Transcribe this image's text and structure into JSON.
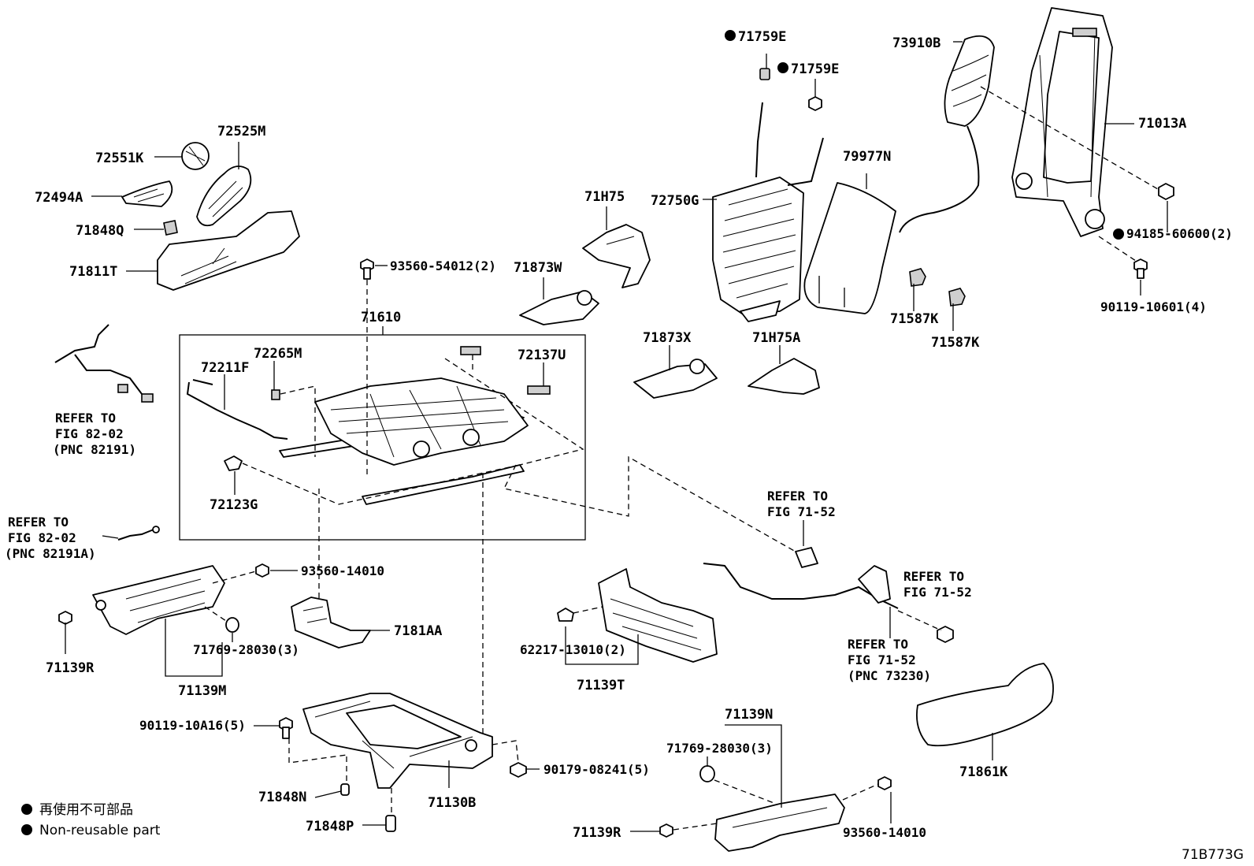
{
  "labels": {
    "p71759e_a": "71759E",
    "p71759e_b": "71759E",
    "p73910b": "73910B",
    "p71013a": "71013A",
    "p72525m": "72525M",
    "p72551k": "72551K",
    "p72494a": "72494A",
    "p71848q": "71848Q",
    "p71811t": "71811T",
    "p71h75": "71H75",
    "p72750g": "72750G",
    "p79977n": "79977N",
    "p94185": "94185-60600(2)",
    "p93560_54012": "93560-54012(2)",
    "p71873w": "71873W",
    "p90119_10601": "90119-10601(4)",
    "p71587k_a": "71587K",
    "p71587k_b": "71587K",
    "p71610": "71610",
    "p72265m": "72265M",
    "p72137u": "72137U",
    "p72211f": "72211F",
    "p71873x": "71873X",
    "p71h75a": "71H75A",
    "p72123g": "72123G",
    "p93560_14010_a": "93560-14010",
    "p7181aa": "7181AA",
    "p71769_a": "71769-28030(3)",
    "p71139r_a": "71139R",
    "p71139m": "71139M",
    "p62217": "62217-13010(2)",
    "p71139t": "71139T",
    "p90119_10a16": "90119-10A16(5)",
    "p71139n": "71139N",
    "p71769_b": "71769-28030(3)",
    "p90179": "90179-08241(5)",
    "p71130b": "71130B",
    "p71848n": "71848N",
    "p71848p": "71848P",
    "p71139r_b": "71139R",
    "p93560_14010_b": "93560-14010",
    "p71861k": "71861K"
  },
  "refs": {
    "r1": [
      "REFER TO",
      "FIG 82-02",
      "(PNC 82191)"
    ],
    "r2": [
      "REFER TO",
      "FIG 82-02",
      "(PNC 82191A)"
    ],
    "r3": [
      "REFER TO",
      "FIG 71-52"
    ],
    "r4": [
      "REFER TO",
      "FIG 71-52"
    ],
    "r5": [
      "REFER TO",
      "FIG 71-52",
      "(PNC 73230)"
    ]
  },
  "legend": {
    "jp": "再使用不可部品",
    "en": "Non-reusable part"
  },
  "figure_code": "71B773G"
}
